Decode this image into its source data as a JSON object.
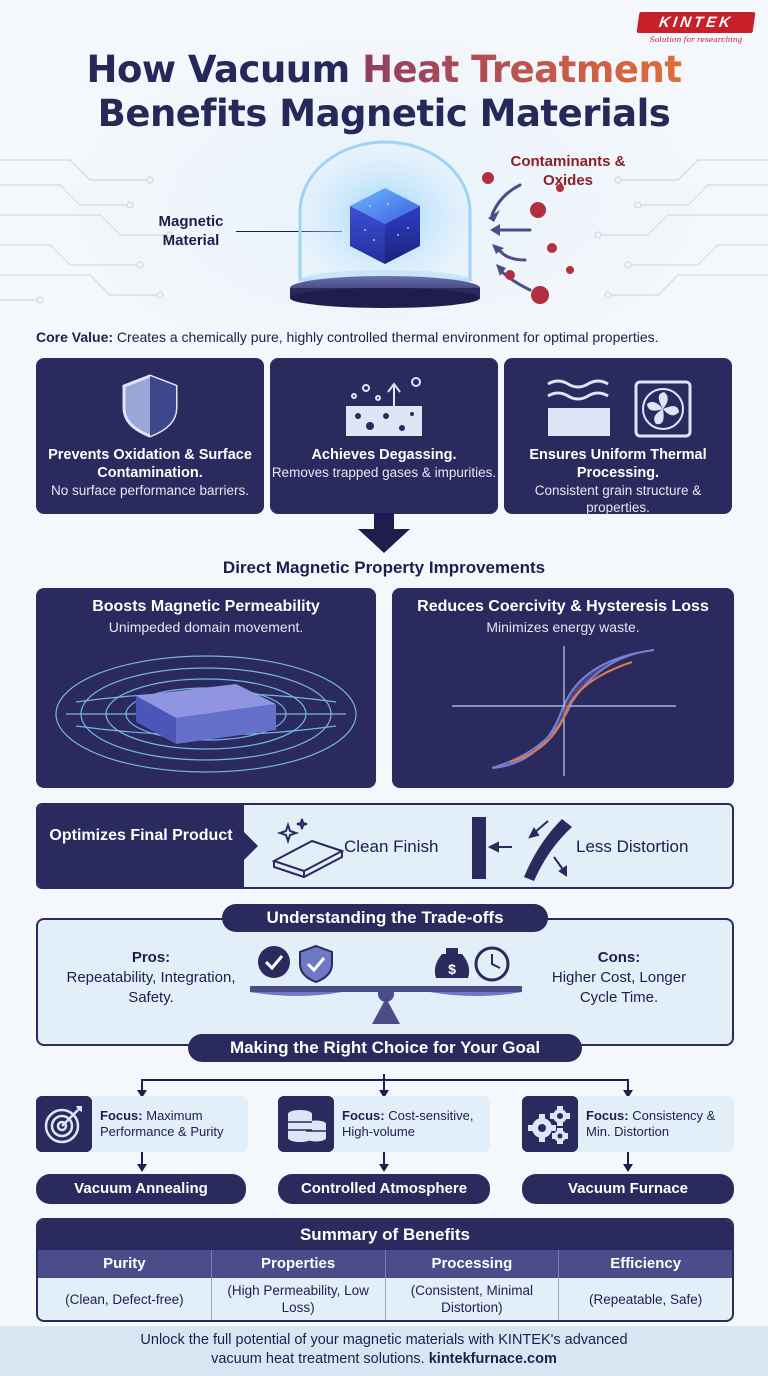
{
  "brand": {
    "logo_text": "KINTEK",
    "tagline": "Solution for researching"
  },
  "title": {
    "line1_pre": "How Vacuum ",
    "line1_accent": "Heat Treatment",
    "line2": "Benefits Magnetic Materials"
  },
  "hero": {
    "magnetic_label": "Magnetic Material",
    "contaminants_label": "Contaminants & Oxides"
  },
  "core_value": {
    "label": "Core Value:",
    "text": " Creates a chemically pure, highly controlled thermal environment for optimal properties."
  },
  "benefits": [
    {
      "title": "Prevents Oxidation & Surface Contamination.",
      "desc": "No surface performance barriers.",
      "icon": "shield-icon"
    },
    {
      "title": "Achieves Degassing.",
      "desc": "Removes trapped gases & impurities.",
      "icon": "degassing-icon"
    },
    {
      "title": "Ensures Uniform Thermal Processing.",
      "desc": "Consistent grain structure & properties.",
      "icon": "heat-fan-icon"
    }
  ],
  "improvements": {
    "heading": "Direct Magnetic Property Improvements",
    "items": [
      {
        "title": "Boosts Magnetic Permeability",
        "desc": "Unimpeded domain movement."
      },
      {
        "title": "Reduces Coercivity & Hysteresis Loss",
        "desc": "Minimizes energy waste."
      }
    ]
  },
  "optimizes": {
    "label": "Optimizes Final Product",
    "clean": "Clean Finish",
    "distortion": "Less Distortion"
  },
  "tradeoffs": {
    "heading": "Understanding the Trade-offs",
    "pros_label": "Pros:",
    "pros_text": "Repeatability, Integration, Safety.",
    "cons_label": "Cons:",
    "cons_text": "Higher Cost, Longer Cycle Time."
  },
  "choice": {
    "heading": "Making the Right Choice for Your Goal",
    "items": [
      {
        "focus_label": "Focus:",
        "focus_text": " Maximum Performance & Purity",
        "result": "Vacuum Annealing",
        "icon": "target-icon"
      },
      {
        "focus_label": "Focus:",
        "focus_text": " Cost-sensitive, High-volume",
        "result": "Controlled Atmosphere",
        "icon": "coins-icon"
      },
      {
        "focus_label": "Focus:",
        "focus_text": " Consistency & Min. Distortion",
        "result": "Vacuum Furnace",
        "icon": "gears-icon"
      }
    ]
  },
  "summary": {
    "title": "Summary of Benefits",
    "columns": [
      "Purity",
      "Properties",
      "Processing",
      "Efficiency"
    ],
    "values": [
      "(Clean, Defect-free)",
      "(High Permeability, Low Loss)",
      "(Consistent, Minimal Distortion)",
      "(Repeatable, Safe)"
    ]
  },
  "footer": {
    "line1": "Unlock the full potential of your magnetic materials with KINTEK's advanced",
    "line2": "vacuum heat treatment solutions.",
    "url": "kintekfurnace.com"
  }
}
